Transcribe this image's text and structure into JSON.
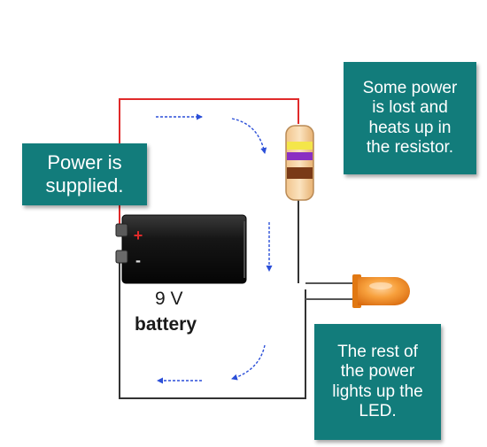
{
  "battery": {
    "voltage": "9 V",
    "name": "battery",
    "plus_symbol": "+",
    "minus_symbol": "-"
  },
  "callouts": {
    "supplied": {
      "lines": [
        "Power is",
        "supplied."
      ]
    },
    "resistor": {
      "lines": [
        "Some power",
        "is lost and",
        "heats up in",
        "the resistor."
      ]
    },
    "led": {
      "lines": [
        "The rest of",
        "the power",
        "lights up the",
        "LED."
      ]
    }
  },
  "colors": {
    "callout_bg": "#127c7b",
    "callout_text": "#ffffff",
    "positive_wire": "#e02a2a",
    "negative_wire": "#333333",
    "flow_arrows": "#2b4fd8",
    "battery_body": "#141414",
    "led": "#f08a1c"
  },
  "icons": [
    "battery-icon",
    "resistor-icon",
    "led-icon",
    "flow-arrow-icon"
  ]
}
